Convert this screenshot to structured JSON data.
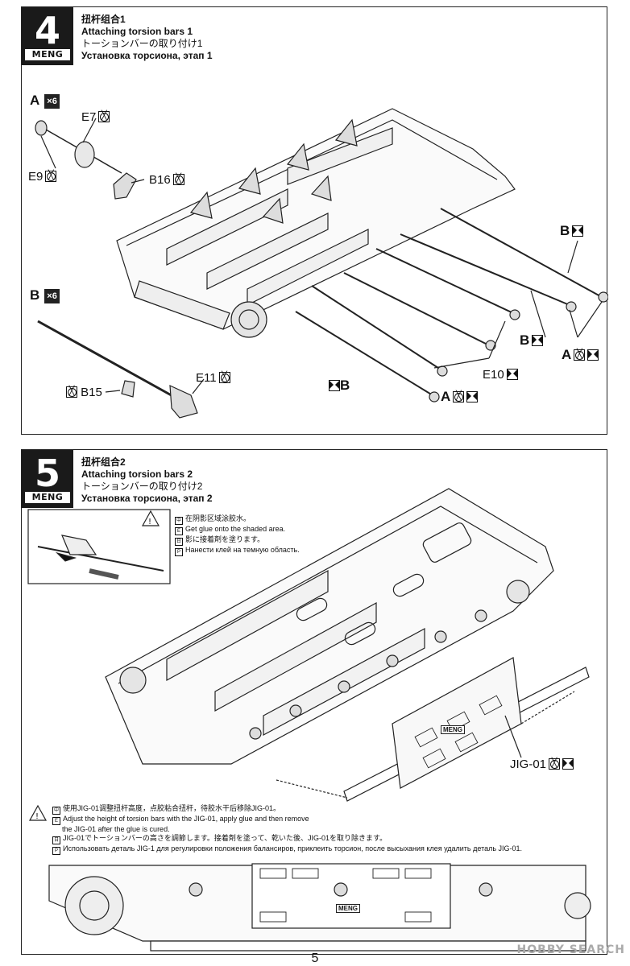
{
  "page_number": "5",
  "watermark": "HOBBY SEARCH",
  "step4": {
    "number": "4",
    "logo": "MENG",
    "title_cn": "扭杆组合1",
    "title_en": "Attaching torsion bars 1",
    "title_jp": "トーションバーの取り付け1",
    "title_ru": "Установка торсиона, этап 1",
    "labels": {
      "A": "A",
      "A_qty": "×6",
      "B": "B",
      "B_qty": "×6",
      "E7": "E7",
      "E9": "E9",
      "B16": "B16",
      "E11": "E11",
      "B15": "B15",
      "E10": "E10"
    }
  },
  "step5": {
    "number": "5",
    "logo": "MENG",
    "title_cn": "扭杆组合2",
    "title_en": "Attaching torsion bars 2",
    "title_jp": "トーションバーの取り付け2",
    "title_ru": "Установка торсиона, этап 2",
    "glue_note": {
      "cn": "在阴影区域涂胶水。",
      "en": "Get glue onto the shaded area.",
      "jp": "影に接着剤を塗ります。",
      "ru": "Нанести клей на темную область."
    },
    "jig_label": "JIG-01",
    "jig_logo": "MENG",
    "jig_note": {
      "cn": "使用JIG-01调整扭杆高度，点胶粘合扭杆，待胶水干后移除JIG-01。",
      "en1": "Adjust the height of torsion bars with the JIG-01, apply glue and then remove",
      "en2": "the JIG-01 after the glue is cured.",
      "jp": "JIG-01でトーションバーの高さを調節します。接着剤を塗って、乾いた後、JIG-01を取り除きます。",
      "ru": "Использовать деталь JIG-1 для регулировки положения балансиров, приклеить торсион, после высыхания клея удалить деталь JIG-01."
    },
    "lang_flags": [
      "中",
      "E",
      "日",
      "Р"
    ]
  }
}
